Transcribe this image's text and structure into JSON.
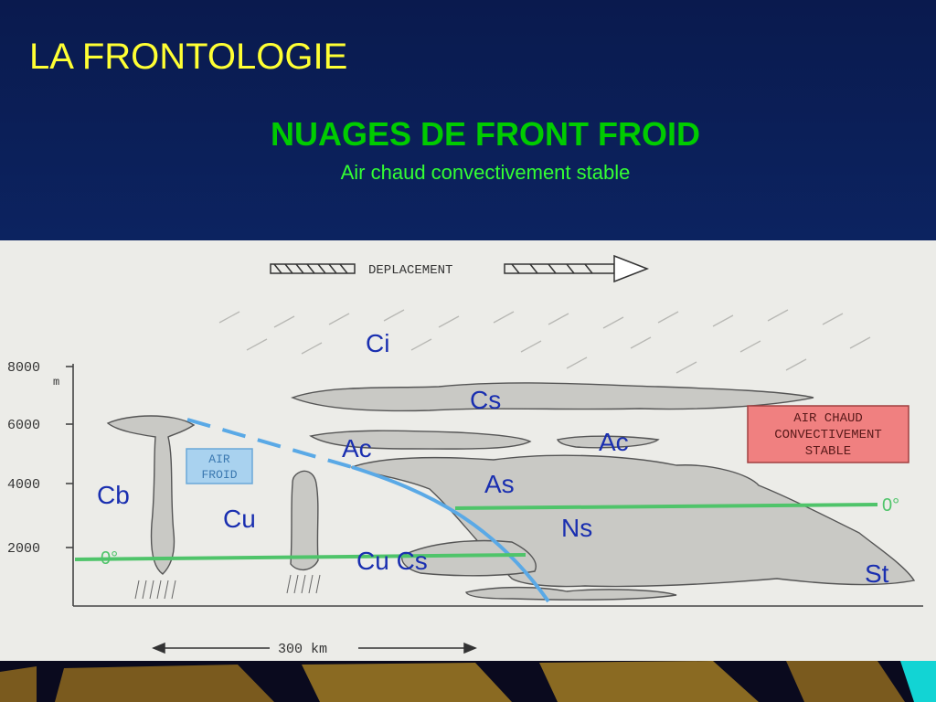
{
  "slide": {
    "title": "LA FRONTOLOGIE",
    "subtitle": "NUAGES DE FRONT FROID",
    "subsubtitle": "Air chaud convectivement stable"
  },
  "diagram": {
    "movement_label": "DEPLACEMENT",
    "y_axis_unit": "m",
    "y_ticks": [
      "8000",
      "6000",
      "4000",
      "2000"
    ],
    "scale_label": "300 km",
    "air_froid_label": [
      "AIR",
      "FROID"
    ],
    "air_chaud_label": [
      "AIR CHAUD",
      "CONVECTIVEMENT",
      "STABLE"
    ],
    "isotherm_left_label": "0°",
    "isotherm_right_label": "0°",
    "clouds": {
      "ci": "Ci",
      "cs": "Cs",
      "ac_left": "Ac",
      "ac_right": "Ac",
      "as": "As",
      "ns": "Ns",
      "cb": "Cb",
      "cu": "Cu",
      "cu_cs": "Cu Cs",
      "st": "St"
    },
    "colors": {
      "title": "#ffff33",
      "subtitle": "#00cc00",
      "cloud_labels": "#1a2fb0",
      "front_line": "#5aa9e6",
      "isotherm": "#4fc46a",
      "air_chaud_box": "#f08080"
    }
  }
}
